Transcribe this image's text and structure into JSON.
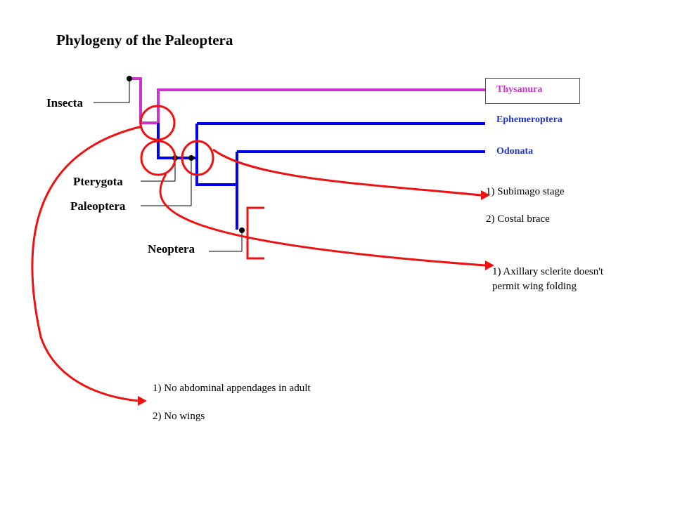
{
  "title": "Phylogeny of the Paleoptera",
  "nodes": {
    "insecta": "Insecta",
    "pterygota": "Pterygota",
    "paleoptera": "Paleoptera",
    "neoptera": "Neoptera"
  },
  "taxa": {
    "thysanura": "Thysanura",
    "ephemeroptera": "Ephemeroptera",
    "odonata": "Odonata"
  },
  "characters": {
    "ephemeroptera": [
      "1) Subimago stage",
      "2) Costal brace"
    ],
    "odonata": [
      "1) Axillary sclerite doesn't",
      "permit wing folding"
    ],
    "pterygota": [
      "1) No abdominal appendages in adult",
      "2) No wings"
    ]
  },
  "colors": {
    "thysanura_branch": "#cc33cc",
    "pterygote_branch": "#0000ee",
    "annotation": "#ee1111",
    "thysanura_label": "#cc33cc",
    "taxon_label": "#2233cc"
  }
}
